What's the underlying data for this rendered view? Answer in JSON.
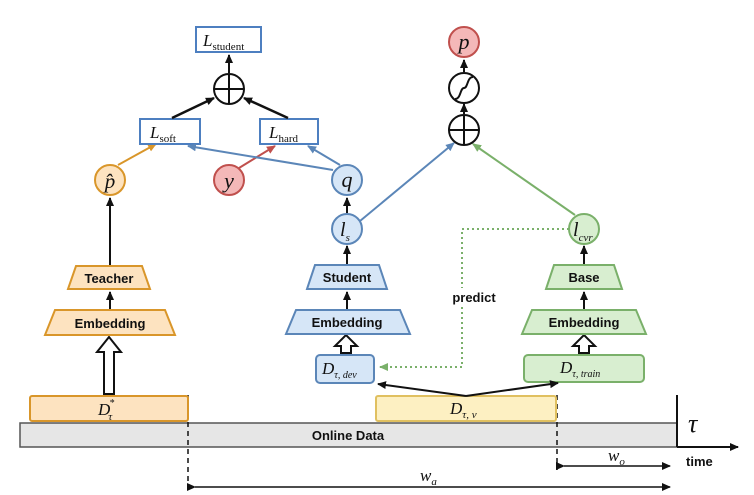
{
  "colors": {
    "teacher_fill": "#fde3c0",
    "teacher_stroke": "#d9962a",
    "student_fill": "#d6e6f7",
    "student_stroke": "#5b86b8",
    "base_fill": "#d8eed0",
    "base_stroke": "#7ab06a",
    "red_fill": "#f4b8b8",
    "red_stroke": "#c0504d",
    "yellow_fill": "#fdf0c2",
    "yellow_stroke": "#e0c060",
    "online_fill": "#e6e6e6",
    "loss_stroke": "#4d7fc0"
  },
  "losses": {
    "student": {
      "sym": "L",
      "sub": "student"
    },
    "soft": {
      "sym": "L",
      "sub": "soft"
    },
    "hard": {
      "sym": "L",
      "sub": "hard"
    }
  },
  "symbols": {
    "p_hat": "p̂",
    "y": "y",
    "q": "q",
    "l_s": {
      "sym": "l",
      "sub": "s"
    },
    "p": "p",
    "l_cvr": {
      "sym": "l",
      "sub": "cvr"
    },
    "tau": "τ",
    "w_a": {
      "sym": "w",
      "sub": "a"
    },
    "w_o": {
      "sym": "w",
      "sub": "o"
    }
  },
  "blocks": {
    "teacher": "Teacher",
    "student": "Student",
    "base": "Base",
    "embedding": "Embedding"
  },
  "datasets": {
    "d_star": {
      "sym": "D",
      "sub": "τ",
      "sup": "*"
    },
    "d_dev": {
      "sym": "D",
      "sub": "τ, dev"
    },
    "d_train": {
      "sym": "D",
      "sub": "τ, train"
    },
    "d_v": {
      "sym": "D",
      "sub": "τ, v"
    }
  },
  "labels": {
    "predict": "predict",
    "online_data": "Online Data",
    "time": "time"
  }
}
